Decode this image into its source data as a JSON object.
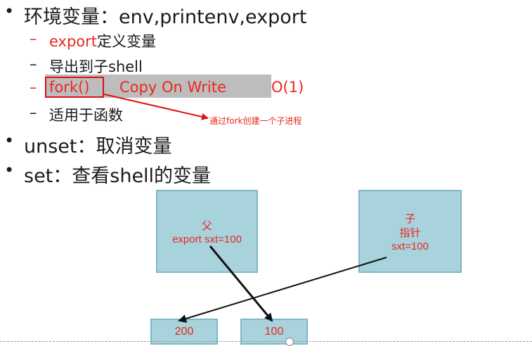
{
  "bullets": [
    {
      "text": "环境变量：env,printenv,export"
    },
    {
      "text": "unset：取消变量"
    },
    {
      "text": "set：查看shell的变量"
    }
  ],
  "sub_items": {
    "export_red": "export",
    "export_rest": "定义变量",
    "item2": "导出到子shell",
    "fork": "fork()",
    "cow": "Copy On Write",
    "o1": "O(1)",
    "item4": "适用于函数"
  },
  "dash": "–",
  "annotation": "通过fork创建一个子进程",
  "boxes": {
    "parent": {
      "line1": "父",
      "line2": "export sxt=100"
    },
    "child": {
      "line1": "子",
      "line2": "指针",
      "line3": "sxt=100"
    },
    "value_left": "200",
    "value_right": "100"
  },
  "colors": {
    "accent": "#e8281e",
    "box_fill": "#a8d3dd",
    "highlight": "#bdbdbd"
  }
}
